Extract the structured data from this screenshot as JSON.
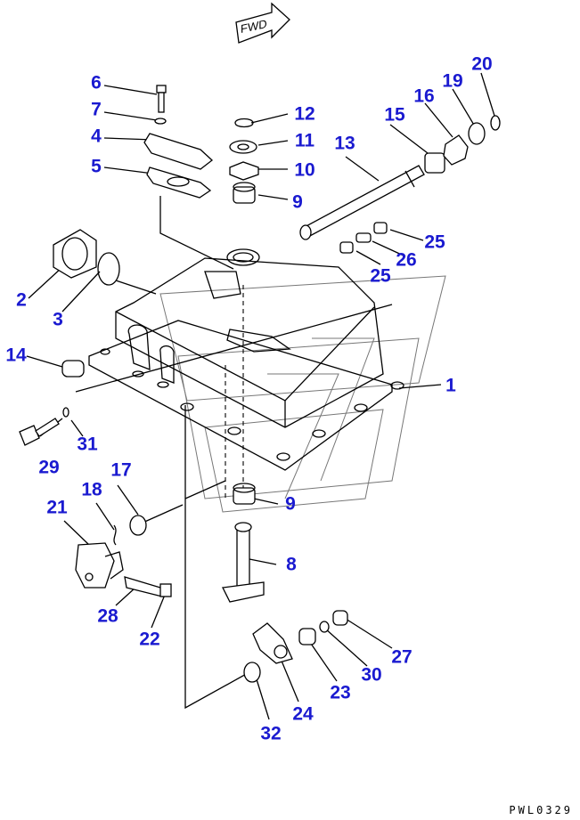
{
  "diagram": {
    "fwd_label": "FWD",
    "drawing_code": "PWL0329",
    "callouts": [
      {
        "id": "c1",
        "text": "1"
      },
      {
        "id": "c2",
        "text": "2"
      },
      {
        "id": "c3",
        "text": "3"
      },
      {
        "id": "c4",
        "text": "4"
      },
      {
        "id": "c5",
        "text": "5"
      },
      {
        "id": "c6",
        "text": "6"
      },
      {
        "id": "c7",
        "text": "7"
      },
      {
        "id": "c8",
        "text": "8"
      },
      {
        "id": "c9a",
        "text": "9"
      },
      {
        "id": "c9b",
        "text": "9"
      },
      {
        "id": "c10",
        "text": "10"
      },
      {
        "id": "c11",
        "text": "11"
      },
      {
        "id": "c12",
        "text": "12"
      },
      {
        "id": "c13",
        "text": "13"
      },
      {
        "id": "c14",
        "text": "14"
      },
      {
        "id": "c15",
        "text": "15"
      },
      {
        "id": "c16",
        "text": "16"
      },
      {
        "id": "c17",
        "text": "17"
      },
      {
        "id": "c18",
        "text": "18"
      },
      {
        "id": "c19",
        "text": "19"
      },
      {
        "id": "c20",
        "text": "20"
      },
      {
        "id": "c21",
        "text": "21"
      },
      {
        "id": "c22",
        "text": "22"
      },
      {
        "id": "c23",
        "text": "23"
      },
      {
        "id": "c24",
        "text": "24"
      },
      {
        "id": "c25a",
        "text": "25"
      },
      {
        "id": "c25b",
        "text": "25"
      },
      {
        "id": "c26",
        "text": "26"
      },
      {
        "id": "c27",
        "text": "27"
      },
      {
        "id": "c28",
        "text": "28"
      },
      {
        "id": "c29",
        "text": "29"
      },
      {
        "id": "c30",
        "text": "30"
      },
      {
        "id": "c31",
        "text": "31"
      },
      {
        "id": "c32",
        "text": "32"
      }
    ],
    "colors": {
      "callout": "#1a1ad0",
      "line": "#000000",
      "watermark": "#777777"
    }
  }
}
